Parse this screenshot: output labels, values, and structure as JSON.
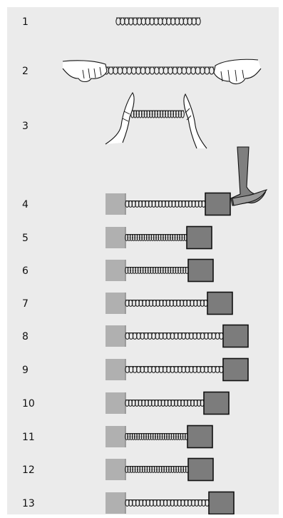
{
  "colors": {
    "background": "#ebebeb",
    "wall": "#b0b0b0",
    "wall_edge": "#8c8c8c",
    "mass": "#7c7c7c",
    "mass_stroke": "#111111",
    "spring": "#222222",
    "outline": "#111111",
    "hammer_handle": "#7f7f7f",
    "hammer_head": "#9a9a9a"
  },
  "rows": [
    {
      "label": "1",
      "scene": "free-spring"
    },
    {
      "label": "2",
      "scene": "hands-stretch"
    },
    {
      "label": "3",
      "scene": "hands-compress"
    },
    {
      "label": "4",
      "scene": "wall-spring-mass"
    },
    {
      "label": "5",
      "scene": "wall-spring-mass"
    },
    {
      "label": "6",
      "scene": "wall-spring-mass"
    },
    {
      "label": "7",
      "scene": "wall-spring-mass"
    },
    {
      "label": "8",
      "scene": "wall-spring-mass"
    },
    {
      "label": "9",
      "scene": "wall-spring-mass"
    },
    {
      "label": "10",
      "scene": "wall-spring-mass"
    },
    {
      "label": "11",
      "scene": "wall-spring-mass"
    },
    {
      "label": "12",
      "scene": "wall-spring-mass"
    },
    {
      "label": "13",
      "scene": "wall-spring-mass"
    }
  ],
  "hammer_row": "4"
}
